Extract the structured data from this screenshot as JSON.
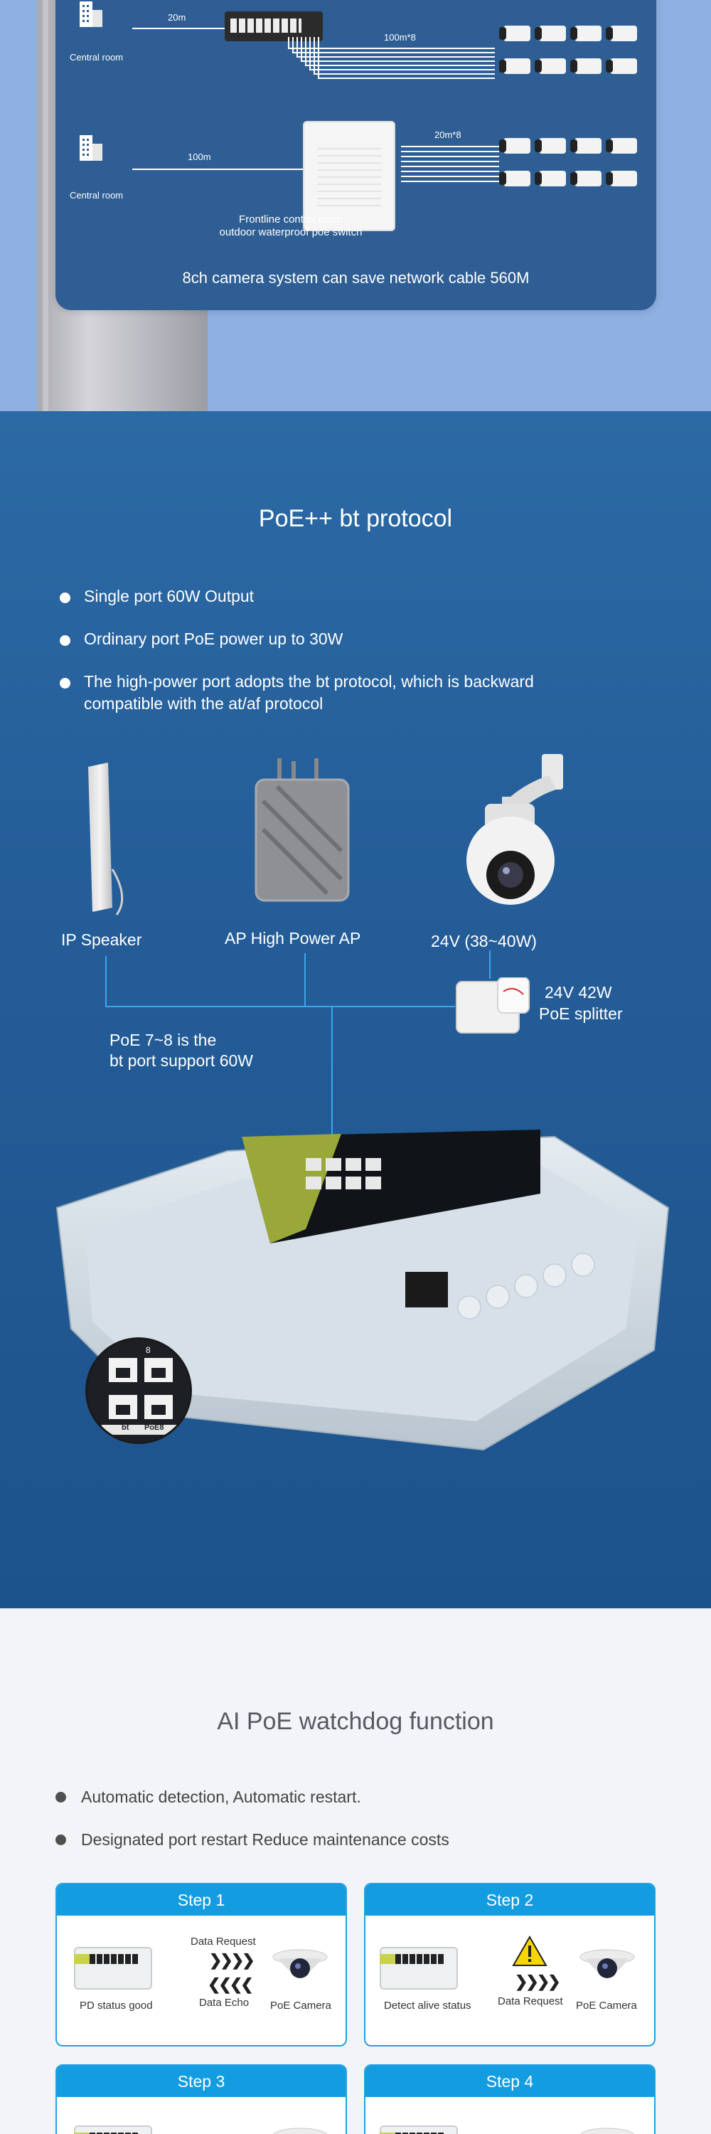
{
  "section1": {
    "central_room_label": "Central room",
    "distance_top": "20m",
    "cable_top": "100m*8",
    "distance_bottom": "100m",
    "cable_bottom": "20m*8",
    "control_room_line1": "Frontline control room",
    "control_room_line2": "outdoor waterproof poe switch",
    "summary": "8ch camera system can save network cable 560M"
  },
  "section2": {
    "title": "PoE++  bt protocol",
    "bullets": [
      "Single port 60W Output",
      "Ordinary port PoE power up to 30W",
      "The high-power port adopts the bt protocol, which is backward compatible with the at/af protocol"
    ],
    "devices": {
      "speaker": "IP Speaker",
      "ap": "AP High Power AP",
      "ptz": "24V  (38~40W)",
      "splitter_line1": "24V 42W",
      "splitter_line2": "PoE splitter"
    },
    "port_note_line1": "PoE 7~8 is the",
    "port_note_line2": "bt port support 60W",
    "switch_badge": "bt",
    "port_label": "PoE8",
    "port_number": "8"
  },
  "section3": {
    "title": "AI PoE watchdog function",
    "bullets": [
      "Automatic detection, Automatic restart.",
      "Designated port restart Reduce maintenance costs"
    ],
    "steps": [
      {
        "title": "Step 1",
        "left_label": "PD status good",
        "arrow_top": "Data Request",
        "arrow_bottom": "Data Echo",
        "right_label": "PoE Camera"
      },
      {
        "title": "Step 2",
        "left_label": "Detect alive status",
        "arrow_bottom": "Data Request",
        "right_label": "PoE Camera"
      },
      {
        "title": "Step 3"
      },
      {
        "title": "Step 4"
      }
    ]
  },
  "colors": {
    "card_blue": "#2e5e93",
    "section2_blue": "#245d98",
    "wire_blue": "#3aa7ec",
    "step_blue": "#149ce0"
  }
}
